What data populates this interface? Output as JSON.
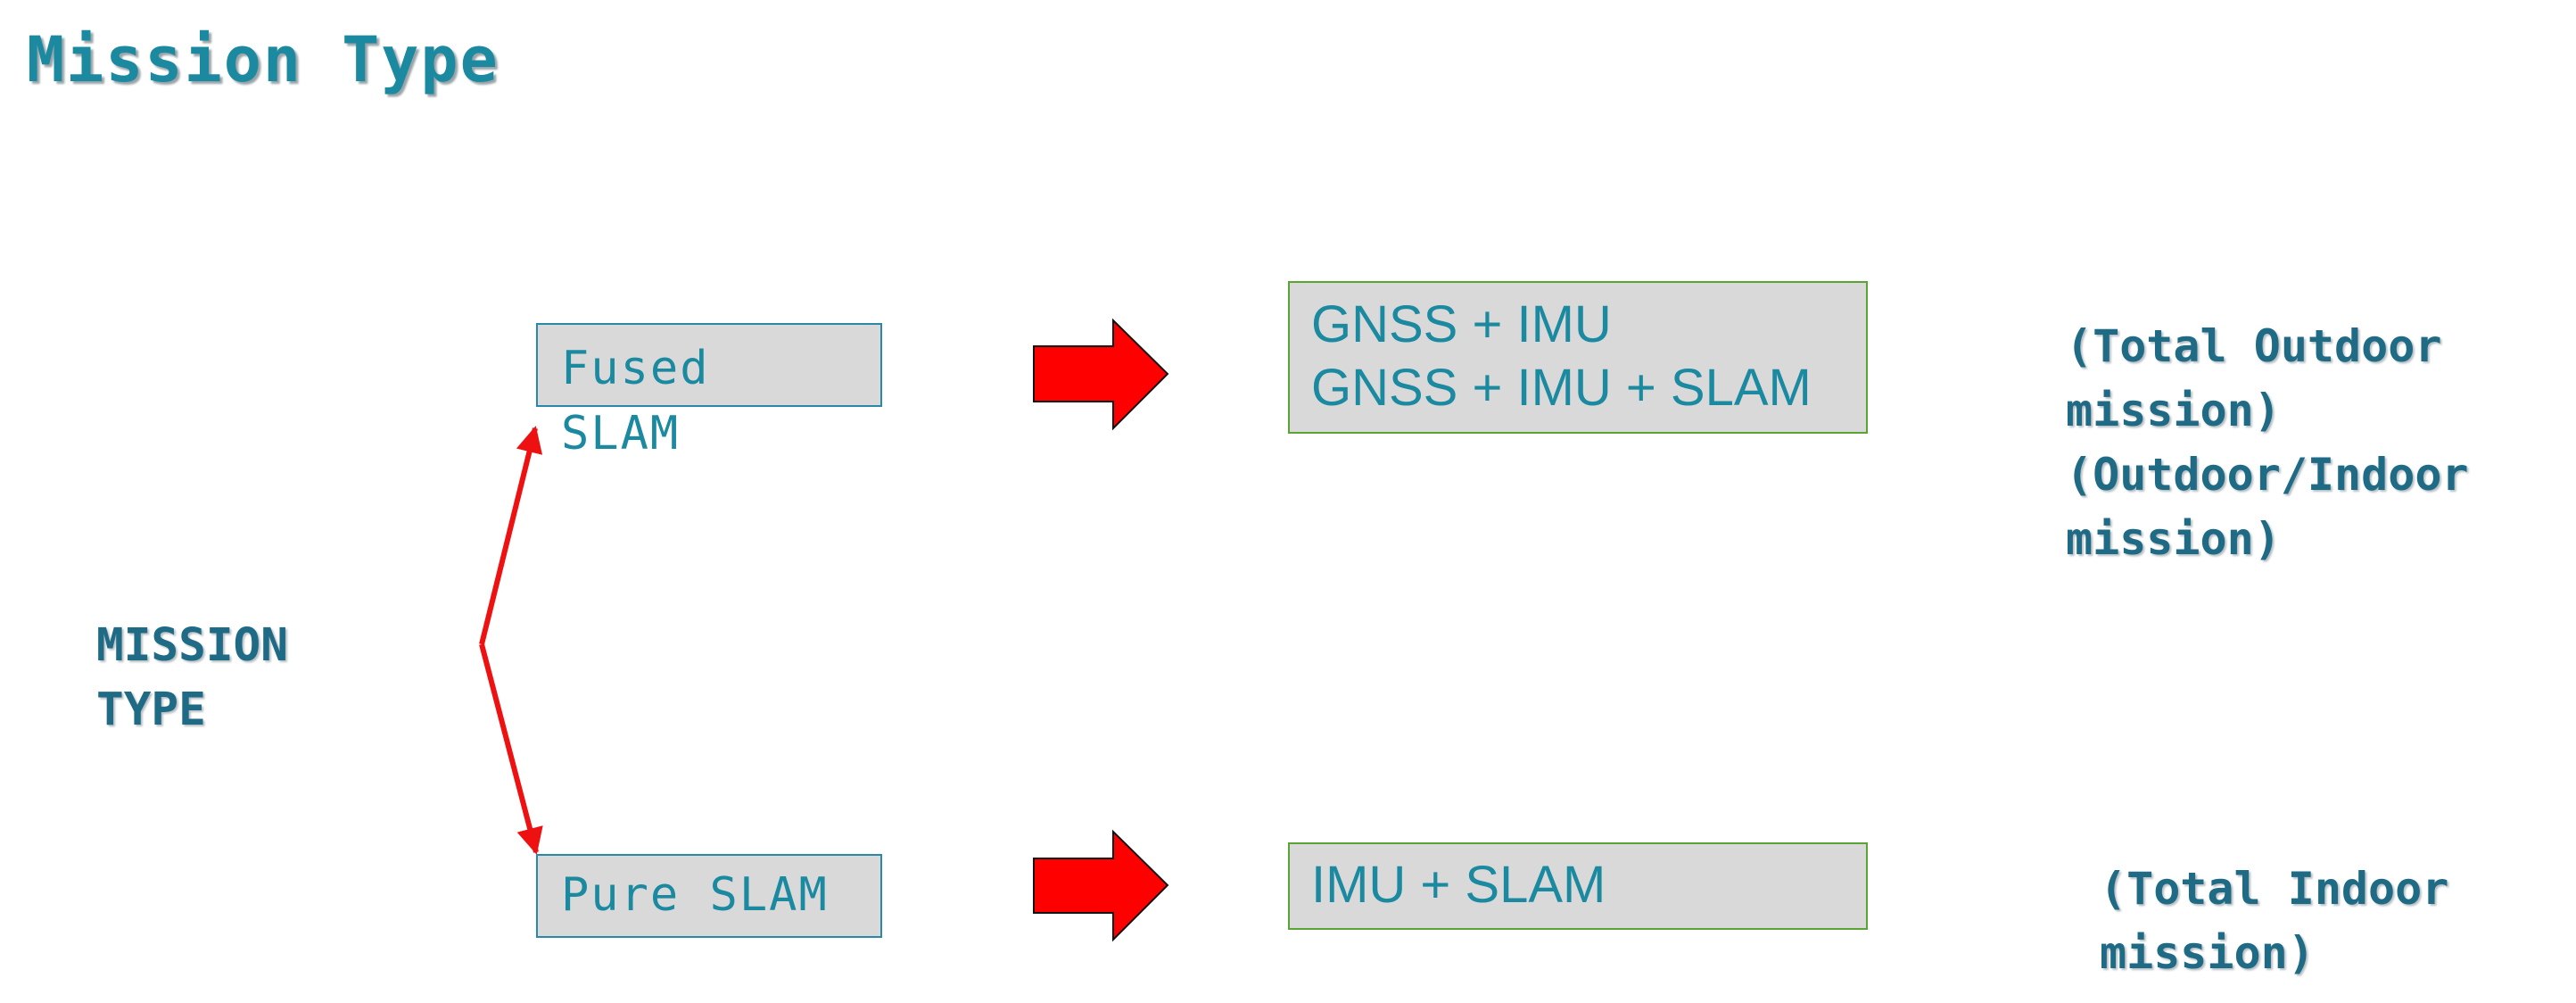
{
  "title": "Mission Type",
  "mission_label": "MISSION\nTYPE",
  "modes": [
    {
      "label_line1": "Fused",
      "label_line2": "SLAM"
    },
    {
      "label_line1": "Pure SLAM"
    }
  ],
  "sensor_boxes": [
    {
      "lines": [
        "GNSS + IMU",
        "GNSS + IMU + SLAM"
      ]
    },
    {
      "lines": [
        "IMU + SLAM"
      ]
    }
  ],
  "descriptions": {
    "fused": [
      "(Total Outdoor",
      "mission)",
      "(Outdoor/Indoor",
      "mission)"
    ],
    "pure": [
      "(Total Indoor",
      "mission)"
    ]
  },
  "colors": {
    "title": "#1b8aa0",
    "connector": "#ee1111",
    "block_arrow": "#ff0000",
    "mode_border": "#2a89a8",
    "sensor_border": "#5aa532",
    "box_fill": "#d9d9d9"
  }
}
